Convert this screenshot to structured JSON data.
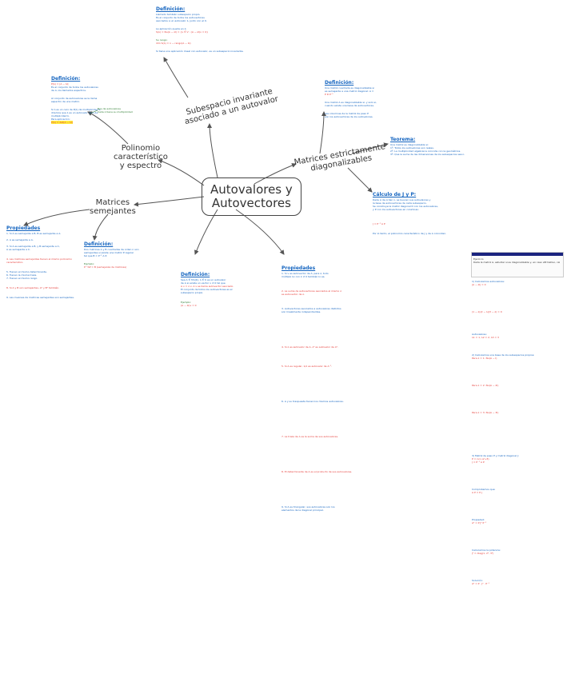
{
  "center": {
    "line1": "Autovalores y",
    "line2": "Autovectores"
  },
  "branches": {
    "subespacio": {
      "line1": "Subespacio invariante",
      "line2": "asociado a un autovalor"
    },
    "polinomio": {
      "line1": "Polinomio",
      "line2": "característico",
      "line3": "y espectro"
    },
    "matrices_diag": {
      "line1": "Matrices estrictamente",
      "line2": "diagonalizables"
    },
    "matrices_sem": {
      "line1": "Matrices",
      "line2": "semejantes"
    }
  },
  "headings": {
    "def_top": "Definición:",
    "def_left": "Definición:",
    "def_right": "Definición:",
    "teorema": "Teorema:",
    "calculo": "Cálculo de J y P:",
    "prop_left": "Propiedades",
    "def_sem": "Definición:",
    "def_center": "Definición:",
    "prop_center": "Propiedades"
  },
  "notes": {
    "def_top": [
      "Llamado también subespacio propio.",
      "Es el conjunto de todos los autovectores",
      "asociados a un autovalor λ, junto con el 0.",
      "La aplicación queda en λ:",
      "S(λ) = Nu(A − λI) = {v ∈ V : (A − λI)v = 0}",
      "Su rango:",
      "dim S(λ) = n − rango(A − λI)",
      "Si tiene una aplicación lineal con autovalor, es un subespacio invariante."
    ],
    "def_left": [
      "P(λ) = |A − λI|",
      "Es el conjunto de todos los autovalores",
      "de A, los llamados espectros.",
      "Al conjunto de autovalores se le llama",
      "espectro de una matriz.",
      "Si λ es un cero de P(λ) de multiplicidad k,",
      "diremos que λ es un autovalor de A de",
      "multiplicidad k.",
      "Para aplicación:"
    ],
    "def_left_highlight": "P(λ) = det(A − λI)",
    "def_left_side": [
      "Nos da autovalores",
      "Cada λ tiene su multiplicidad"
    ],
    "def_right": [
      "Una matriz cuadrada es diagonalizable si",
      "es semejante a una matriz diagonal: A =",
      "P D P⁻¹",
      "Una matriz A es diagonalizable si, y solo si,",
      "cuando existe una base de autovectores.",
      "Las columnas de la matriz de paso P",
      "son los autovectores de los autovalores."
    ],
    "teorema": [
      "Una matriz es diagonalizable si:",
      "1º: Todos los autovalores son reales.",
      "2º: La multiplicidad algebraica coincide con la geométrica.",
      "3º: Que la suma de las dimensiones de los subespacios sea n."
    ],
    "calculo": [
      "Dada A de orden n, se buscan sus autovalores y",
      "la base de autovectores de cada subespacio.",
      "Se construye la matriz diagonal D con los autovalores,",
      "y P con los autovectores en columnas:",
      "J = P⁻¹ A P",
      "Por lo tanto, el polinomio característico de J y de A coinciden."
    ],
    "prop_left": [
      "1. Si A es semejante a B, B es semejante a A.",
      "2. A es semejante a A.",
      "3. Si A es semejante a B, y B semejante a C,",
      "   A es semejante a C.",
      "4. Las matrices semejantes tienen el mismo polinomio",
      "   característico.",
      "5. Tienen el mismo determinante.",
      "6. Tienen la misma traza.",
      "7. Tienen el mismo rango.",
      "8. Si A y B son semejantes, Aⁿ y Bⁿ también.",
      "9. Las inversas de matrices semejantes son semejantes."
    ],
    "def_sem": [
      "Dos matrices A y B cuadradas de orden n son",
      "semejantes si existe una matriz P regular",
      "tal que B = P⁻¹ A P.",
      "Ejemplo:",
      "P⁻¹AP = B   (semejanza de matrices)"
    ],
    "def_center": [
      "Sea A ∈ Mn(K), λ ∈ K es un autovalor",
      "de A si existe un vector v ≠ 0 tal que",
      "A v = λ v. A v se llama autovector asociado.",
      "El conjunto de todos los autovectores es el",
      "subespacio propio.",
      "Ejemplo:",
      "(A − λI)v = 0"
    ],
    "prop_center": [
      "1. Si v es autovector de A, para λ, todo",
      "   múltiplo kv con k ≠ 0 también lo es.",
      "2. La suma de autovectores asociados al mismo λ",
      "   es autovector de λ.",
      "3. Autovectores asociados a autovalores distintos",
      "   son linealmente independientes.",
      "4. Si λ es autovalor de A, λⁿ es autovalor de Aⁿ.",
      "5. Si A es regular, 1/λ es autovalor de A⁻¹.",
      "6. A y su traspuesta tienen los mismos autovalores.",
      "7. La traza de A es la suma de sus autovalores.",
      "8. El determinante de A es el producto de sus autovalores.",
      "9. Si A es triangular, sus autovalores son los",
      "   elementos de la diagonal principal."
    ],
    "right_column": [
      "1) Calculamos autovalores:",
      "|A − λI| = 0",
      "(1 − λ)(2 − λ)(3 − λ) = 0",
      "Autovalores:",
      "λ1 = 1,  λ2 = 2,  λ3 = 3",
      "2) Calculamos una base de los subespacios propios:",
      "Para λ = 1:  Nu(A − I)",
      "Para λ = 2:  Nu(A − 2I)",
      "Para λ = 3:  Nu(A − 3I)",
      "3) Matriz de paso P y matriz diagonal J:",
      "P = (v1 v2 v3)",
      "J = P⁻¹ A P",
      "Comprobamos que:",
      "A P = P J",
      "Propiedad:",
      "Aⁿ = P Jⁿ P⁻¹",
      "Calculamos la potencia:",
      "Jⁿ = diag(1, 2ⁿ, 3ⁿ)",
      "Solución:",
      "Aⁿ = P · Jⁿ · P⁻¹"
    ]
  },
  "exercise": {
    "title": "Ejercicio",
    "text": "Dada la matriz A, estudiar si es diagonalizable y, en caso afirmativo, calcular J y P."
  },
  "colors": {
    "heading": "#1565c0",
    "accent": "#e53935",
    "note": "#2e7d32",
    "highlight": "#ffeb3b",
    "line": "#555555"
  }
}
